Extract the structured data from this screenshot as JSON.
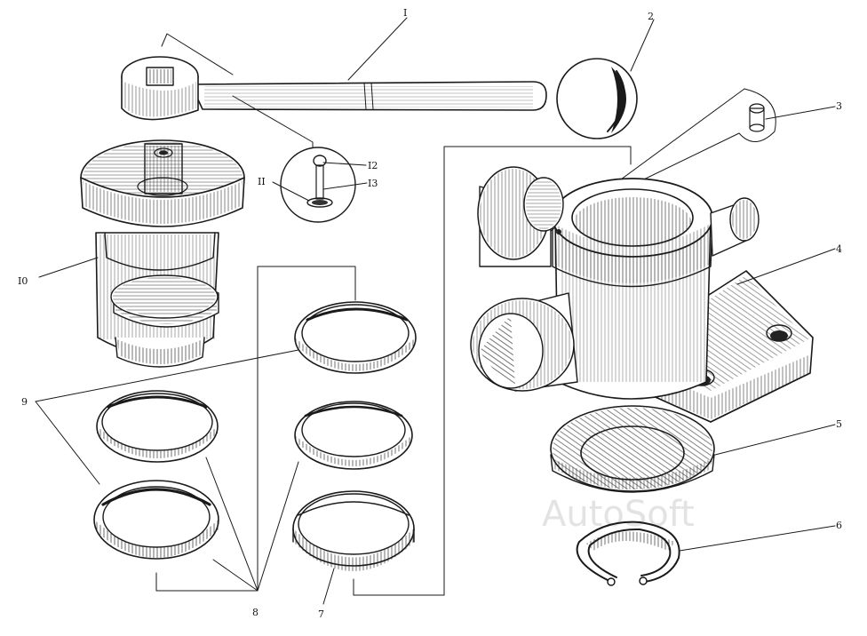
{
  "callouts": {
    "c1": "I",
    "c2": "2",
    "c3": "3",
    "c4": "4",
    "c5": "5",
    "c6": "6",
    "c7": "7",
    "c8": "8",
    "c9": "9",
    "c10": "I0",
    "c11": "II",
    "c12": "I2",
    "c13": "I3"
  },
  "watermark": "AutoSoft",
  "colors": {
    "ink": "#1a1a1a",
    "paper": "#ffffff"
  }
}
